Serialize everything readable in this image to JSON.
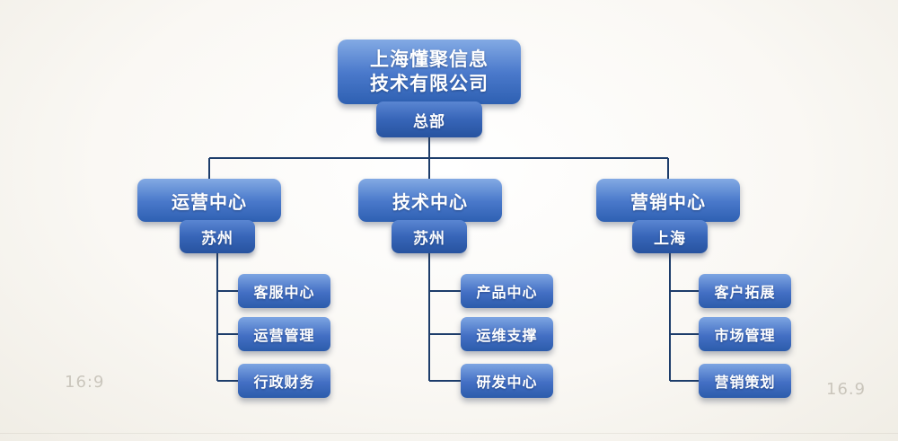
{
  "chart": {
    "root": {
      "title_line1": "上海懂聚信息",
      "title_line2": "技术有限公司",
      "badge": "总部"
    },
    "branches": [
      {
        "title": "运营中心",
        "badge": "苏州",
        "children": [
          "客服中心",
          "运营管理",
          "行政财务"
        ]
      },
      {
        "title": "技术中心",
        "badge": "苏州",
        "children": [
          "产品中心",
          "运维支撑",
          "研发中心"
        ]
      },
      {
        "title": "营销中心",
        "badge": "上海",
        "children": [
          "客户拓展",
          "市场管理",
          "营销策划"
        ]
      }
    ]
  },
  "watermarks": {
    "bottom_left": "16:9",
    "bottom_right": "16.9"
  },
  "colors": {
    "node_gradient_top": "#83aae4",
    "node_gradient_bottom": "#2e60b2",
    "badge_blue": "#27539f",
    "connector_line": "#1d3d6b",
    "background": "#f6f4ee",
    "node_text": "#ffffff"
  }
}
